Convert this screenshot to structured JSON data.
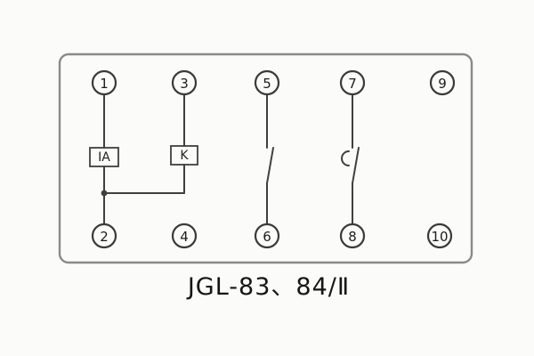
{
  "caption": "JGL-83、84/Ⅱ",
  "terminals": {
    "top": [
      "1",
      "3",
      "5",
      "7",
      "9"
    ],
    "bottom": [
      "2",
      "4",
      "6",
      "8",
      "10"
    ]
  },
  "components": {
    "coil_a_label": "IA",
    "coil_k_label": "K"
  },
  "colors": {
    "line": "#3f3f3f",
    "case_outline": "#8a8a8a",
    "background": "#fbfbf9"
  }
}
